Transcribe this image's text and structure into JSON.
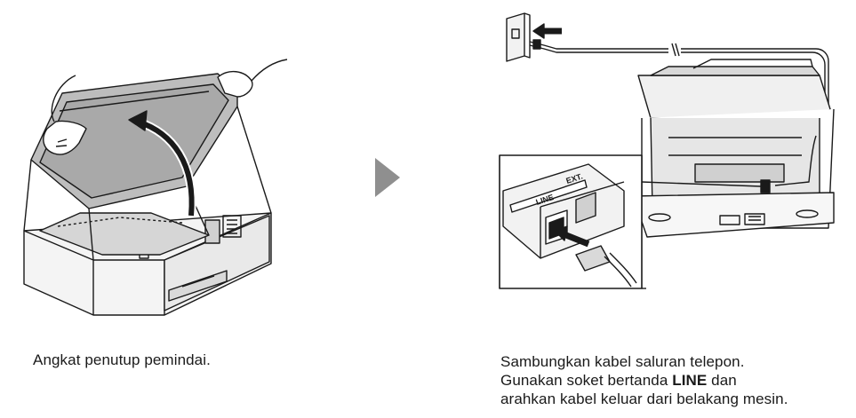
{
  "step_left": {
    "caption": "Angkat penutup pemindai."
  },
  "step_right": {
    "caption_line1": "Sambungkan kabel saluran telepon.",
    "caption_line2_before": "Gunakan soket bertanda ",
    "caption_line2_bold": "LINE",
    "caption_line2_after": " dan",
    "caption_line3": "arahkan kabel keluar dari belakang mesin.",
    "port_label_line": "LINE",
    "port_label_ext": "EXT."
  },
  "icons": {
    "arrow": "next-step-arrow",
    "wall": "wall-socket"
  },
  "colors": {
    "arrow": "#8f8f8f",
    "line_art": "#1a1a1a",
    "shade": "#c8c8c8"
  }
}
